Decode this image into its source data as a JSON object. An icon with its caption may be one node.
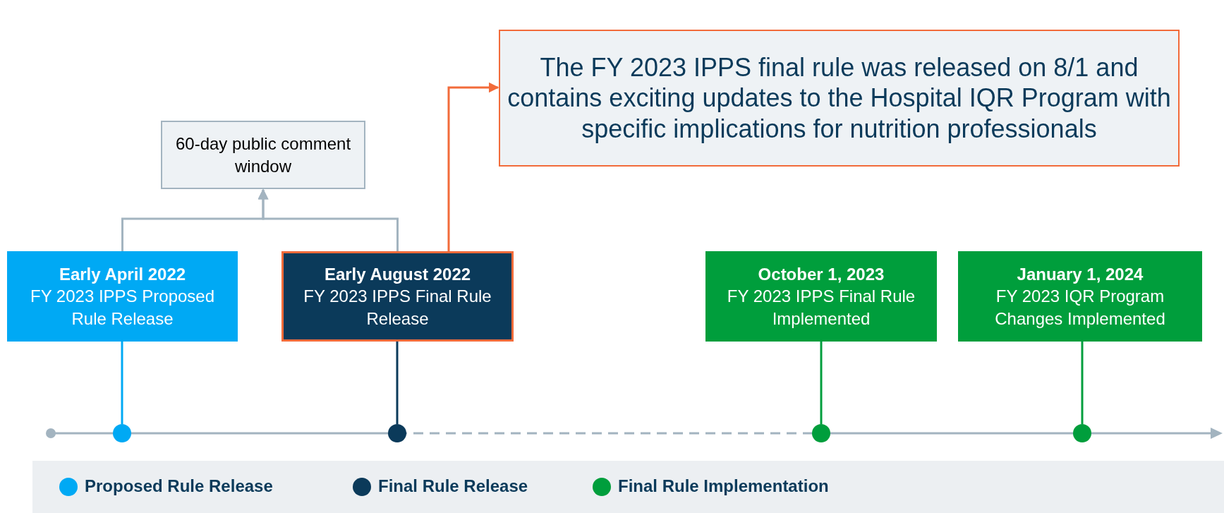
{
  "diagram": {
    "nodes": [
      {
        "text": [
          "60-day public comment window"
        ]
      },
      {
        "text": [
          "The FY 2023 IPPS final rule was released on 8/1 and contains exciting updates to the Hospital IQR Program with specific implications for nutrition professionals"
        ]
      },
      {
        "text": [
          "Early April 2022",
          "FY 2023 IPPS Proposed Rule Release"
        ]
      },
      {
        "text": [
          "Early August 2022",
          "FY 2023 IPPS Final Rule Release"
        ]
      },
      {
        "text": [
          "October 1, 2023",
          "FY 2023 IPPS Final Rule Implemented"
        ]
      },
      {
        "text": [
          "January 1, 2024",
          "FY 2023 IQR Program Changes Implemented"
        ]
      },
      {
        "text": [],
        "shape": "circle"
      },
      {
        "text": [],
        "shape": "circle"
      },
      {
        "text": [],
        "shape": "circle"
      },
      {
        "text": [],
        "shape": "circle"
      }
    ],
    "edges": [
      {
        "from": 2,
        "to": 0,
        "arrow": "to"
      },
      {
        "from": 3,
        "to": 0,
        "arrow": "to"
      },
      {
        "from": 3,
        "to": 1,
        "arrow": "to",
        "color": "#f26b3a"
      },
      {
        "from": 2,
        "to": 6,
        "arrow": "none",
        "color": "#00a9f4"
      },
      {
        "from": 3,
        "to": 7,
        "arrow": "none",
        "color": "#0b3a5a"
      },
      {
        "from": 4,
        "to": 8,
        "arrow": "none",
        "color": "#009e3c"
      },
      {
        "from": 5,
        "to": 9,
        "arrow": "none",
        "color": "#009e3c"
      }
    ],
    "legend": [
      {
        "text": "Proposed Rule Release",
        "color": "#00a9f4"
      },
      {
        "text": "Final Rule Release",
        "color": "#0b3a5a"
      },
      {
        "text": "Final Rule Implementation",
        "color": "#009e3c"
      }
    ]
  }
}
